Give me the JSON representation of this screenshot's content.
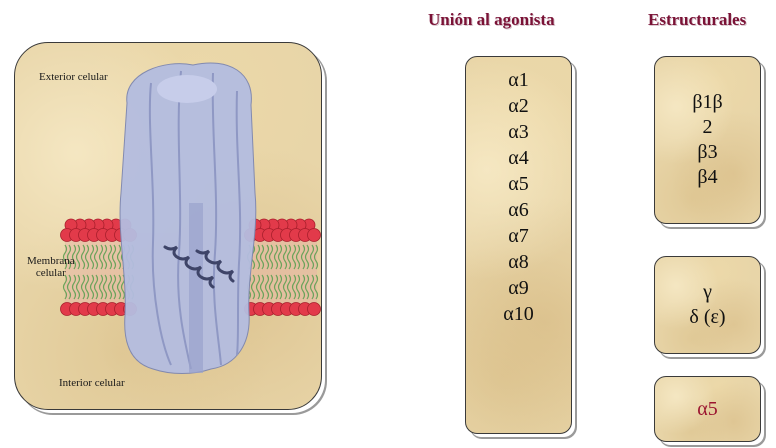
{
  "diagram": {
    "labels": {
      "exterior": "Exterior celular",
      "membrane_line1": "Membrana",
      "membrane_line2": "celular",
      "interior": "Interior celular"
    },
    "colors": {
      "protein": "#b4bde0",
      "lipid_head": "#e23a4a",
      "lipid_tail": "#6aa35a",
      "helix": "#3e4468"
    }
  },
  "columns": {
    "agonist": {
      "title": "Unión al agonista",
      "subunits": [
        "α1",
        "α2",
        "α3",
        "α4",
        "α5",
        "α6",
        "α7",
        "α8",
        "α9",
        "α10"
      ]
    },
    "structural": {
      "title": "Estructurales",
      "groups": [
        [
          "β1β",
          "2",
          "β3",
          "β4"
        ],
        [
          "γ",
          "δ (ε)"
        ],
        [
          "α5"
        ]
      ],
      "highlight_color": "#9b1530"
    }
  }
}
